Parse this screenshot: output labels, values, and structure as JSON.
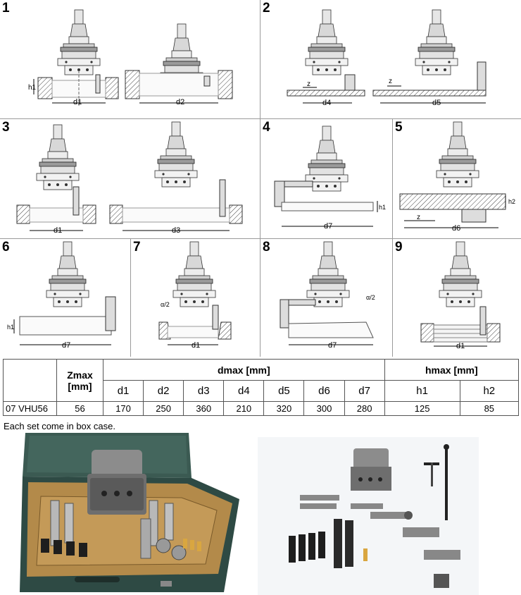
{
  "panels": [
    {
      "num": "1",
      "labels": [
        "h1",
        "d1",
        "d2"
      ]
    },
    {
      "num": "2",
      "labels": [
        "z",
        "d4",
        "z",
        "d5"
      ]
    },
    {
      "num": "3",
      "labels": [
        "d1",
        "d3"
      ]
    },
    {
      "num": "4",
      "labels": [
        "h1",
        "d7"
      ]
    },
    {
      "num": "5",
      "labels": [
        "h2",
        "z",
        "d6"
      ]
    },
    {
      "num": "6",
      "labels": [
        "h1",
        "d7"
      ]
    },
    {
      "num": "7",
      "labels": [
        "α/2",
        "d1"
      ]
    },
    {
      "num": "8",
      "labels": [
        "α/2",
        "d7"
      ]
    },
    {
      "num": "9",
      "labels": [
        "d1"
      ]
    }
  ],
  "table": {
    "zmax_label": "Zmax",
    "zmax_unit": "[mm]",
    "dmax_label": "dmax [mm]",
    "hmax_label": "hmax [mm]",
    "columns": [
      "d1",
      "d2",
      "d3",
      "d4",
      "d5",
      "d6",
      "d7",
      "h1",
      "h2"
    ],
    "rows": [
      {
        "model": "07 VHU56",
        "zmax": "56",
        "values": [
          "170",
          "250",
          "360",
          "210",
          "320",
          "300",
          "280",
          "125",
          "85"
        ]
      }
    ]
  },
  "caption": "Each set come in box case.",
  "colors": {
    "case_green": "#3b5a52",
    "wood": "#b38a4a",
    "metal": "#b8b8b8"
  }
}
